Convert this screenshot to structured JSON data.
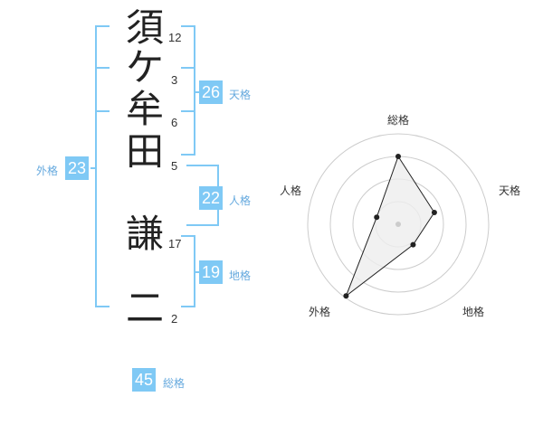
{
  "name": {
    "characters": [
      {
        "char": "須",
        "strokes": "12"
      },
      {
        "char": "ケ",
        "strokes": "3"
      },
      {
        "char": "牟",
        "strokes": "6"
      },
      {
        "char": "田",
        "strokes": "5"
      },
      {
        "char": "謙",
        "strokes": "17"
      },
      {
        "char": "二",
        "strokes": "2"
      }
    ]
  },
  "fortunes": {
    "tenkaku": {
      "value": "26",
      "label": "天格"
    },
    "jinkaku": {
      "value": "22",
      "label": "人格"
    },
    "chikaku": {
      "value": "19",
      "label": "地格"
    },
    "gaikaku": {
      "value": "23",
      "label": "外格"
    },
    "soukaku": {
      "value": "45",
      "label": "総格"
    }
  },
  "radar": {
    "axes": [
      "総格",
      "天格",
      "地格",
      "外格",
      "人格"
    ],
    "values": [
      0.75,
      0.42,
      0.28,
      0.98,
      0.25
    ],
    "rings": 4,
    "line_color": "#222222",
    "fill_color": "#eeeeee",
    "ring_color": "#cccccc"
  },
  "colors": {
    "accent": "#7fc9f5",
    "label": "#65a9de"
  }
}
